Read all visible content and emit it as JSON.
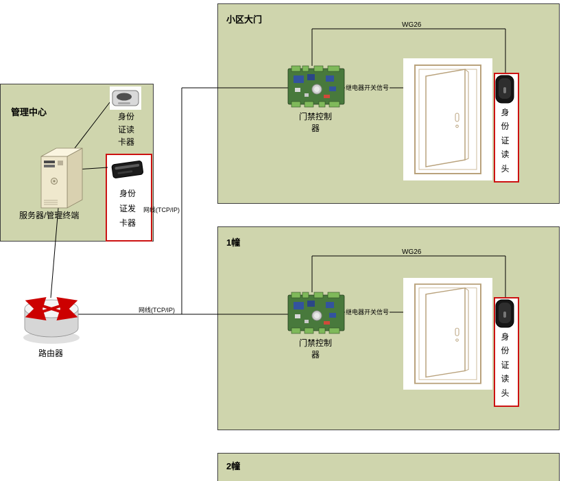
{
  "colors": {
    "panel_background": "#cfd5ad",
    "highlight_border": "#cc1111",
    "wire": "#000000",
    "router_arrows": "#cc0000",
    "door_outline": "#b9a27c",
    "pcb_green": "#48793c"
  },
  "management": {
    "title": "管理中心",
    "server_label": "服务器/管理终端",
    "card_reader_label": "身份\n证读\n卡器",
    "card_issuer_label": "身份\n证发\n卡器"
  },
  "router": {
    "label": "路由器"
  },
  "links": {
    "trunk_label": "网线(TCP/IP)",
    "router_link_label": "网线(TCP/IP)"
  },
  "zones": [
    {
      "title": "小区大门",
      "wiegand_label": "WG26",
      "relay_label": "继电器开关信号",
      "controller_label": "门禁控制\n器",
      "reader_head_label": "身\n份\n证\n读\n头"
    },
    {
      "title": "1幢",
      "wiegand_label": "WG26",
      "relay_label": "继电器开关信号",
      "controller_label": "门禁控制\n器",
      "reader_head_label": "身\n份\n证\n读\n头"
    },
    {
      "title": "2幢"
    }
  ],
  "icons": {
    "server": "server-tower",
    "card_reader": "id-card-reader-device",
    "card_issuer": "id-card-issuer-device",
    "router": "router-cylinder-with-arrows",
    "controller": "access-controller-pcb",
    "door": "open-door",
    "reader_head": "id-reader-head-device"
  }
}
